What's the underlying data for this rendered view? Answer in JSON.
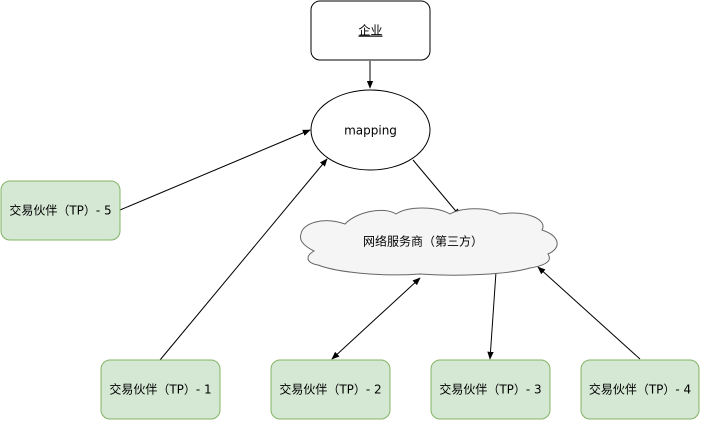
{
  "nodes": {
    "enterprise": "企业",
    "mapping": "mapping",
    "network": "网络服务商（第三方）",
    "tp5": "交易伙伴（TP）- 5",
    "tp1": "交易伙伴（TP）- 1",
    "tp2": "交易伙伴（TP）- 2",
    "tp3": "交易伙伴（TP）- 3",
    "tp4": "交易伙伴（TP）- 4"
  },
  "colors": {
    "partner_fill": "#d5e8d4",
    "partner_stroke": "#82b366",
    "cloud_fill": "#f5f5f5",
    "cloud_stroke": "#666666",
    "line": "#000000"
  }
}
